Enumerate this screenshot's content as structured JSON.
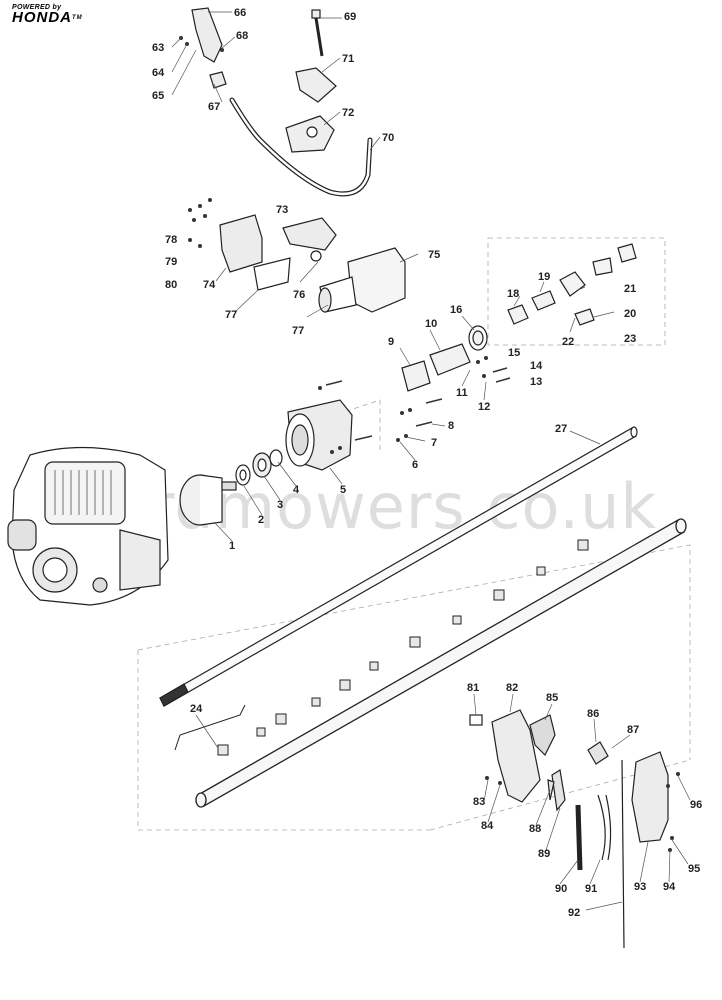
{
  "brand": {
    "powered": "POWERED by",
    "name": "HONDA",
    "tm": "TM"
  },
  "watermark": "ardmowers.co.uk",
  "callouts": [
    {
      "n": "63"
    },
    {
      "n": "64"
    },
    {
      "n": "65"
    },
    {
      "n": "66"
    },
    {
      "n": "67"
    },
    {
      "n": "68"
    },
    {
      "n": "69"
    },
    {
      "n": "70"
    },
    {
      "n": "71"
    },
    {
      "n": "72"
    },
    {
      "n": "73"
    },
    {
      "n": "74"
    },
    {
      "n": "75"
    },
    {
      "n": "76"
    },
    {
      "n": "77"
    },
    {
      "n": "77"
    },
    {
      "n": "78"
    },
    {
      "n": "79"
    },
    {
      "n": "80"
    },
    {
      "n": "18"
    },
    {
      "n": "19"
    },
    {
      "n": "20"
    },
    {
      "n": "21"
    },
    {
      "n": "22"
    },
    {
      "n": "23"
    },
    {
      "n": "9"
    },
    {
      "n": "10"
    },
    {
      "n": "16"
    },
    {
      "n": "15"
    },
    {
      "n": "14"
    },
    {
      "n": "13"
    },
    {
      "n": "11"
    },
    {
      "n": "12"
    },
    {
      "n": "8"
    },
    {
      "n": "7"
    },
    {
      "n": "6"
    },
    {
      "n": "5"
    },
    {
      "n": "4"
    },
    {
      "n": "3"
    },
    {
      "n": "2"
    },
    {
      "n": "1"
    },
    {
      "n": "27"
    },
    {
      "n": "24"
    },
    {
      "n": "81"
    },
    {
      "n": "82"
    },
    {
      "n": "85"
    },
    {
      "n": "86"
    },
    {
      "n": "87"
    },
    {
      "n": "83"
    },
    {
      "n": "84"
    },
    {
      "n": "88"
    },
    {
      "n": "89"
    },
    {
      "n": "90"
    },
    {
      "n": "91"
    },
    {
      "n": "92"
    },
    {
      "n": "93"
    },
    {
      "n": "94"
    },
    {
      "n": "95"
    },
    {
      "n": "96"
    }
  ]
}
